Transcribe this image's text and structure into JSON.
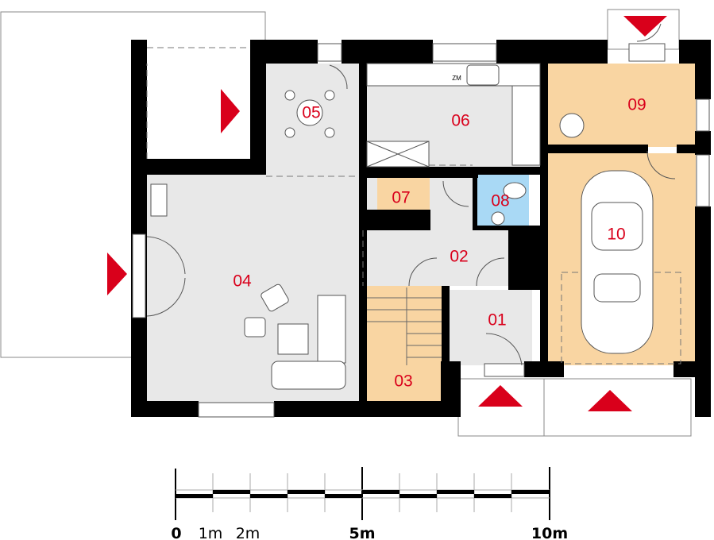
{
  "colors": {
    "circulation": "#e8e8e8",
    "utility": "#f9d5a2",
    "bathroom": "#a9d9f5",
    "arrow": "#d9001b"
  },
  "rooms": [
    {
      "id": "01",
      "type": "vestibule"
    },
    {
      "id": "02",
      "type": "hall"
    },
    {
      "id": "03",
      "type": "stairs"
    },
    {
      "id": "04",
      "type": "living"
    },
    {
      "id": "05",
      "type": "dining"
    },
    {
      "id": "06",
      "type": "kitchen"
    },
    {
      "id": "07",
      "type": "pantry"
    },
    {
      "id": "08",
      "type": "wc"
    },
    {
      "id": "09",
      "type": "boiler"
    },
    {
      "id": "10",
      "type": "garage"
    }
  ],
  "fixtures": {
    "fridge_label": "ZM"
  },
  "scale_bar": {
    "labels": [
      "0",
      "1m",
      "2m",
      "5m",
      "10m"
    ],
    "max_m": 10
  }
}
